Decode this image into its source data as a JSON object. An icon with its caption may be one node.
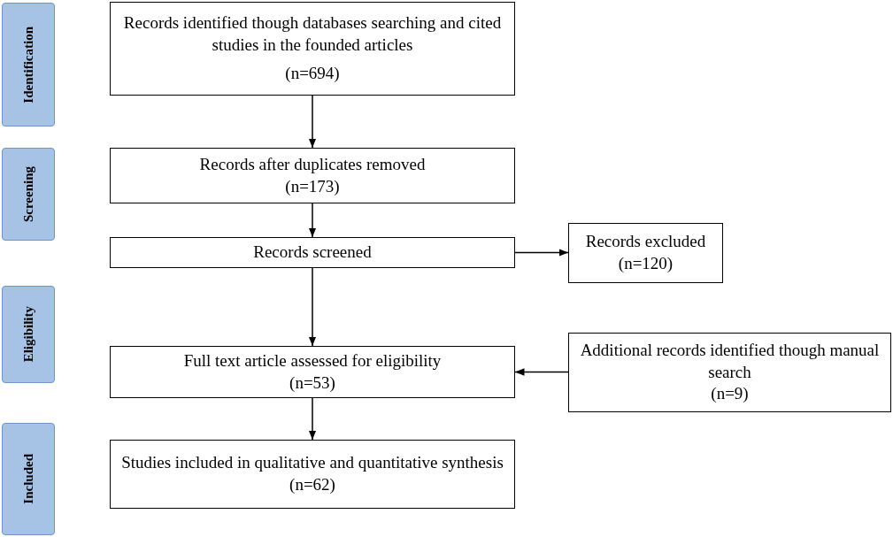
{
  "diagram": {
    "nodes": [
      {
        "text": [
          "Identification"
        ]
      },
      {
        "text": [
          "Records identified though databases searching and cited studies in the founded articles",
          "(n=694)"
        ]
      },
      {
        "text": [
          "Screening"
        ]
      },
      {
        "text": [
          "Records after duplicates removed",
          "(n=173)"
        ]
      },
      {
        "text": [
          "Records screened"
        ]
      },
      {
        "text": [
          "Records excluded",
          "(n=120)"
        ]
      },
      {
        "text": [
          "Eligibility"
        ]
      },
      {
        "text": [
          "Full text article assessed for eligibility",
          "(n=53)"
        ]
      },
      {
        "text": [
          "Additional records identified though manual search",
          "(n=9)"
        ]
      },
      {
        "text": [
          "Included"
        ]
      },
      {
        "text": [
          "Studies included in qualitative and quantitative synthesis",
          "(n=62)"
        ]
      }
    ],
    "edges": [
      {
        "from": 1,
        "to": 3,
        "arrow": "to"
      },
      {
        "from": 3,
        "to": 4,
        "arrow": "to"
      },
      {
        "from": 4,
        "to": 5,
        "arrow": "to"
      },
      {
        "from": 4,
        "to": 7,
        "arrow": "to"
      },
      {
        "from": 8,
        "to": 7,
        "arrow": "to"
      },
      {
        "from": 7,
        "to": 10,
        "arrow": "to"
      }
    ]
  }
}
